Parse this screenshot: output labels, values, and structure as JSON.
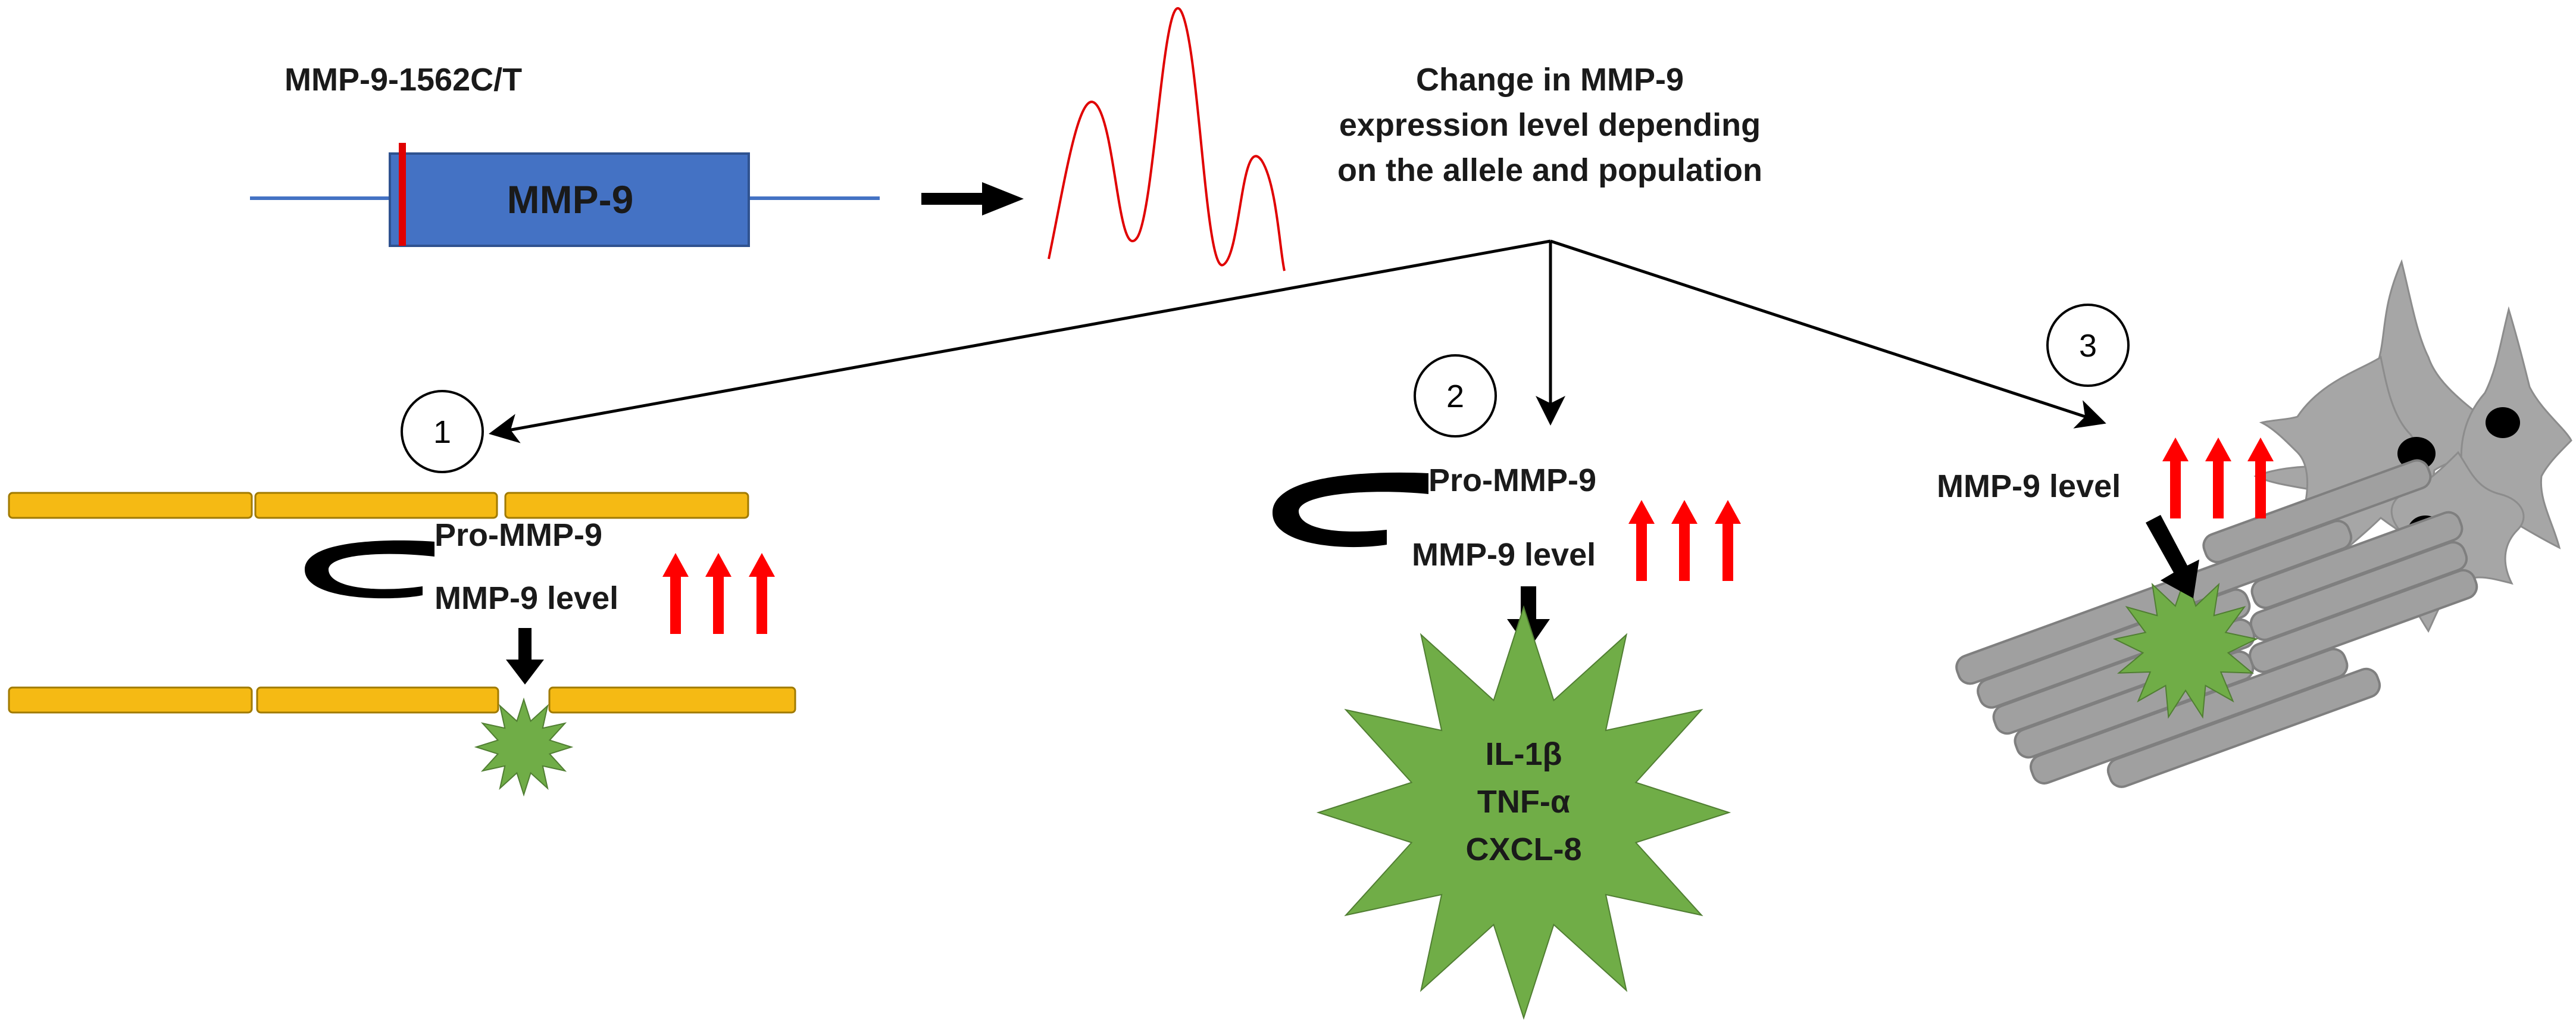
{
  "title": "",
  "top": {
    "snp_label": "MMP-9-1562C/T",
    "gene_label": "MMP-9",
    "change_text_lines": [
      "Change in MMP-9",
      "expression level depending",
      "on the allele and population"
    ]
  },
  "panel1": {
    "number": "1",
    "pro_label": "Pro-MMP-9",
    "level_label": "MMP-9 level"
  },
  "panel2": {
    "number": "2",
    "pro_label": "Pro-MMP-9",
    "level_label": "MMP-9 level",
    "cytokines": [
      "IL-1β",
      "TNF-α",
      "CXCL-8"
    ]
  },
  "panel3": {
    "number": "3",
    "level_label": "MMP-9 level"
  },
  "colors": {
    "gene_box": "#4472C4",
    "gene_line": "#4472C4",
    "snp_mark": "#E00000",
    "expression_wave": "#E00000",
    "up_arrow": "#FF0000",
    "membrane": "#F5BA14",
    "membrane_stroke": "#A07A00",
    "burst": "#70AD47",
    "cell": "#A6A6A6",
    "fiber": "#A0A0A0"
  }
}
